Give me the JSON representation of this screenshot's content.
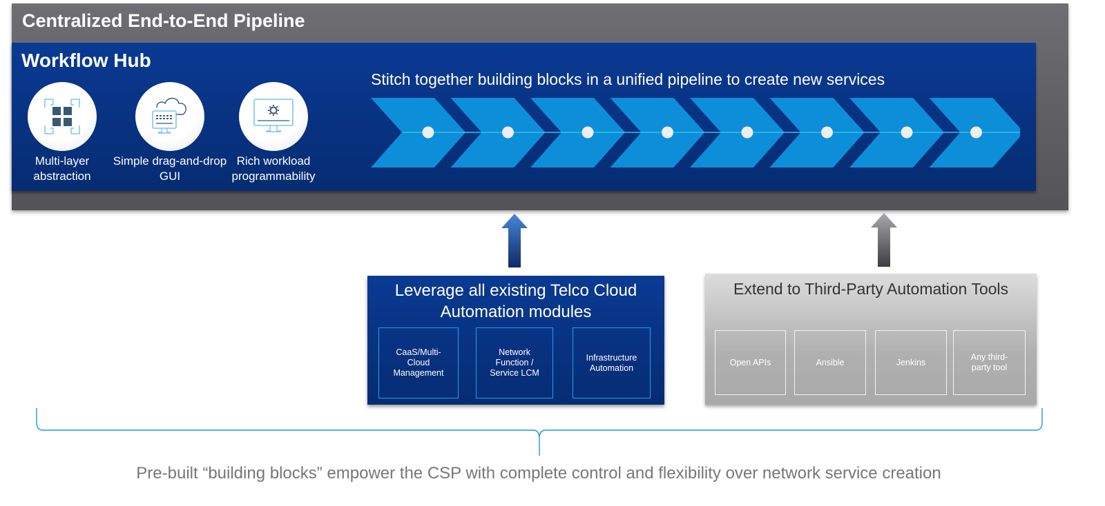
{
  "frame": {
    "title": "Centralized End-to-End Pipeline"
  },
  "hub": {
    "title": "Workflow Hub",
    "tagline": "Stitch together building blocks in a unified pipeline to create new services",
    "features": [
      {
        "icon": "grid-abstraction-icon",
        "label_line1": "Multi-layer",
        "label_line2": "abstraction"
      },
      {
        "icon": "cloud-monitor-icon",
        "label_line1": "Simple drag-and-drop",
        "label_line2": "GUI"
      },
      {
        "icon": "monitor-gear-icon",
        "label_line1": "Rich workload",
        "label_line2": "programmability"
      }
    ],
    "pipeline_stage_count": 8
  },
  "tca": {
    "title_line1": "Leverage all existing Telco Cloud",
    "title_line2": "Automation modules",
    "modules": [
      {
        "line1": "CaaS/Multi-",
        "line2": "Cloud",
        "line3": "Management"
      },
      {
        "line1": "Network",
        "line2": "Function /",
        "line3": "Service LCM"
      },
      {
        "line1": "Infrastructure",
        "line2": "Automation",
        "line3": ""
      }
    ]
  },
  "third_party": {
    "title": "Extend to Third-Party Automation Tools",
    "tools": [
      {
        "line1": "Open APIs",
        "line2": ""
      },
      {
        "line1": "Ansible",
        "line2": ""
      },
      {
        "line1": "Jenkins",
        "line2": ""
      },
      {
        "line1": "Any third-",
        "line2": "party tool"
      }
    ]
  },
  "footer": {
    "caption": "Pre-built “building blocks” empower the CSP with complete control and flexibility over network service creation"
  },
  "colors": {
    "frame_gray": "#6f6e73",
    "hub_blue": "#0a3a93",
    "chevron_blue": "#0c8fd8",
    "accent_cyan": "#1aa5e8",
    "third_party_gray": "#b0b0b0"
  }
}
